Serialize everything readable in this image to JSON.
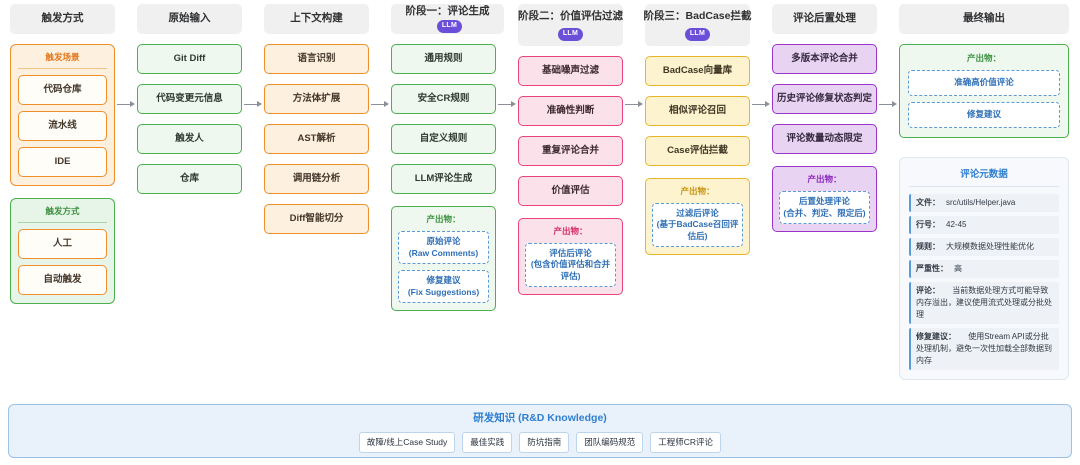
{
  "columns": [
    {
      "title": "触发方式",
      "badge": null
    },
    {
      "title": "原始输入",
      "badge": null
    },
    {
      "title": "上下文构建",
      "badge": null
    },
    {
      "title": "阶段一：评论生成",
      "badge": "LLM",
      "inline": true
    },
    {
      "title": "阶段二：价值评估过滤",
      "badge": "LLM",
      "inline": false
    },
    {
      "title": "阶段三：BadCase拦截",
      "badge": "LLM",
      "inline": false
    },
    {
      "title": "评论后置处理",
      "badge": null
    },
    {
      "title": "最终输出",
      "badge": null
    }
  ],
  "trigger": {
    "scenario_group": {
      "title": "触发场景",
      "items": [
        "代码仓库",
        "流水线",
        "IDE"
      ]
    },
    "mode_group": {
      "title": "触发方式",
      "items": [
        "人工",
        "自动触发"
      ]
    }
  },
  "raw_input": {
    "items": [
      "Git Diff",
      "代码变更元信息",
      "触发人",
      "仓库"
    ]
  },
  "context": {
    "items": [
      "语言识别",
      "方法体扩展",
      "AST解析",
      "调用链分析",
      "Diff智能切分"
    ]
  },
  "stage1": {
    "items": [
      "通用规则",
      "安全CR规则",
      "自定义规则",
      "LLM评论生成"
    ],
    "output": {
      "title": "产出物：",
      "items": [
        "原始评论\n(Raw Comments)",
        "修复建议\n(Fix Suggestions)"
      ]
    }
  },
  "stage2": {
    "items": [
      "基础噪声过滤",
      "准确性判断",
      "重复评论合并",
      "价值评估"
    ],
    "output": {
      "title": "产出物：",
      "items": [
        "评估后评论\n(包含价值评估和合并评估)"
      ]
    }
  },
  "stage3": {
    "items": [
      "BadCase向量库",
      "相似评论召回",
      "Case评估拦截"
    ],
    "output": {
      "title": "产出物：",
      "items": [
        "过滤后评论\n(基于BadCase召回评估后)"
      ]
    }
  },
  "post": {
    "items": [
      "多版本评论合并",
      "历史评论修复状态判定",
      "评论数量动态限定"
    ],
    "output": {
      "title": "产出物：",
      "items": [
        "后置处理评论\n(合并、判定、限定后)"
      ]
    }
  },
  "final": {
    "output": {
      "title": "产出物：",
      "items": [
        "准确高价值评论",
        "修复建议"
      ]
    },
    "metadata": {
      "title": "评论元数据",
      "rows": [
        {
          "key": "文件：",
          "value": "src/utils/Helper.java"
        },
        {
          "key": "行号：",
          "value": "42-45"
        },
        {
          "key": "规则：",
          "value": "大规模数据处理性能优化"
        },
        {
          "key": "严重性：",
          "value": "高"
        },
        {
          "key": "评论：",
          "value": "当前数据处理方式可能导致内存溢出，建议使用流式处理或分批处理"
        },
        {
          "key": "修复建议：",
          "value": "使用Stream API或分批处理机制，避免一次性加载全部数据到内存"
        }
      ]
    }
  },
  "knowledge": {
    "title": "研发知识 (R&D Knowledge)",
    "tags": [
      "故障/线上Case Study",
      "最佳实践",
      "防坑指南",
      "团队编码规范",
      "工程师CR评论"
    ]
  },
  "colors": {
    "green": "#4caf50",
    "orange": "#ef8f2b",
    "pink": "#e8447b",
    "yellow": "#e8b52a",
    "purple": "#9b35c9",
    "blue": "#2f7fd0",
    "llm_badge": "#6c4fd8"
  }
}
